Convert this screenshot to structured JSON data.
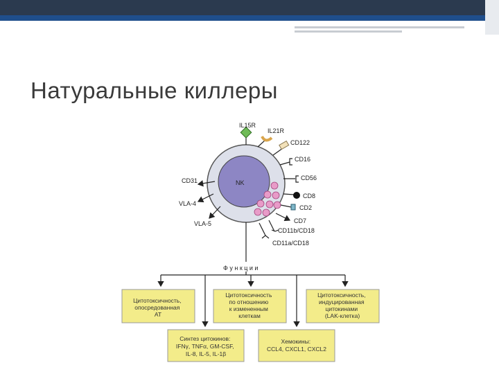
{
  "slide": {
    "title": "Натуральные киллеры"
  },
  "diagram": {
    "cell_label": "NK",
    "receptors": {
      "il15r": "IL15R",
      "il21r": "IL21R",
      "cd122": "CD122",
      "cd16": "CD16",
      "cd56": "CD56",
      "cd8": "CD8",
      "cd2": "CD2",
      "cd7": "CD7",
      "cd11b": "CD11b/CD18",
      "cd11a": "CD11a/CD18",
      "cd31": "CD31",
      "vla4": "VLA-4",
      "vla5": "VLA-5"
    },
    "functions_label": "Ф у н к ц и и",
    "boxes": {
      "box1": [
        "Цитотоксичность,",
        "опосредованная",
        "АТ"
      ],
      "box2": [
        "Цитотоксичность",
        "по отношению",
        "к измененным",
        "клеткам"
      ],
      "box3": [
        "Цитотоксичность,",
        "индуцированная",
        "цитокинами",
        "(LAK-клетка)"
      ],
      "box4": [
        "Синтез цитокинов:",
        "IFNγ, TNFα, GM-CSF,",
        "IL-8, IL-5, IL-1β"
      ],
      "box5": [
        "Хемокины:",
        "CCL4, CXCL1, CXCL2"
      ]
    },
    "colors": {
      "cell_fill": "#8d86c4",
      "cell_outer": "#dde0ea",
      "box_fill": "#f3ec8a",
      "granule": "#e89bc8"
    }
  }
}
